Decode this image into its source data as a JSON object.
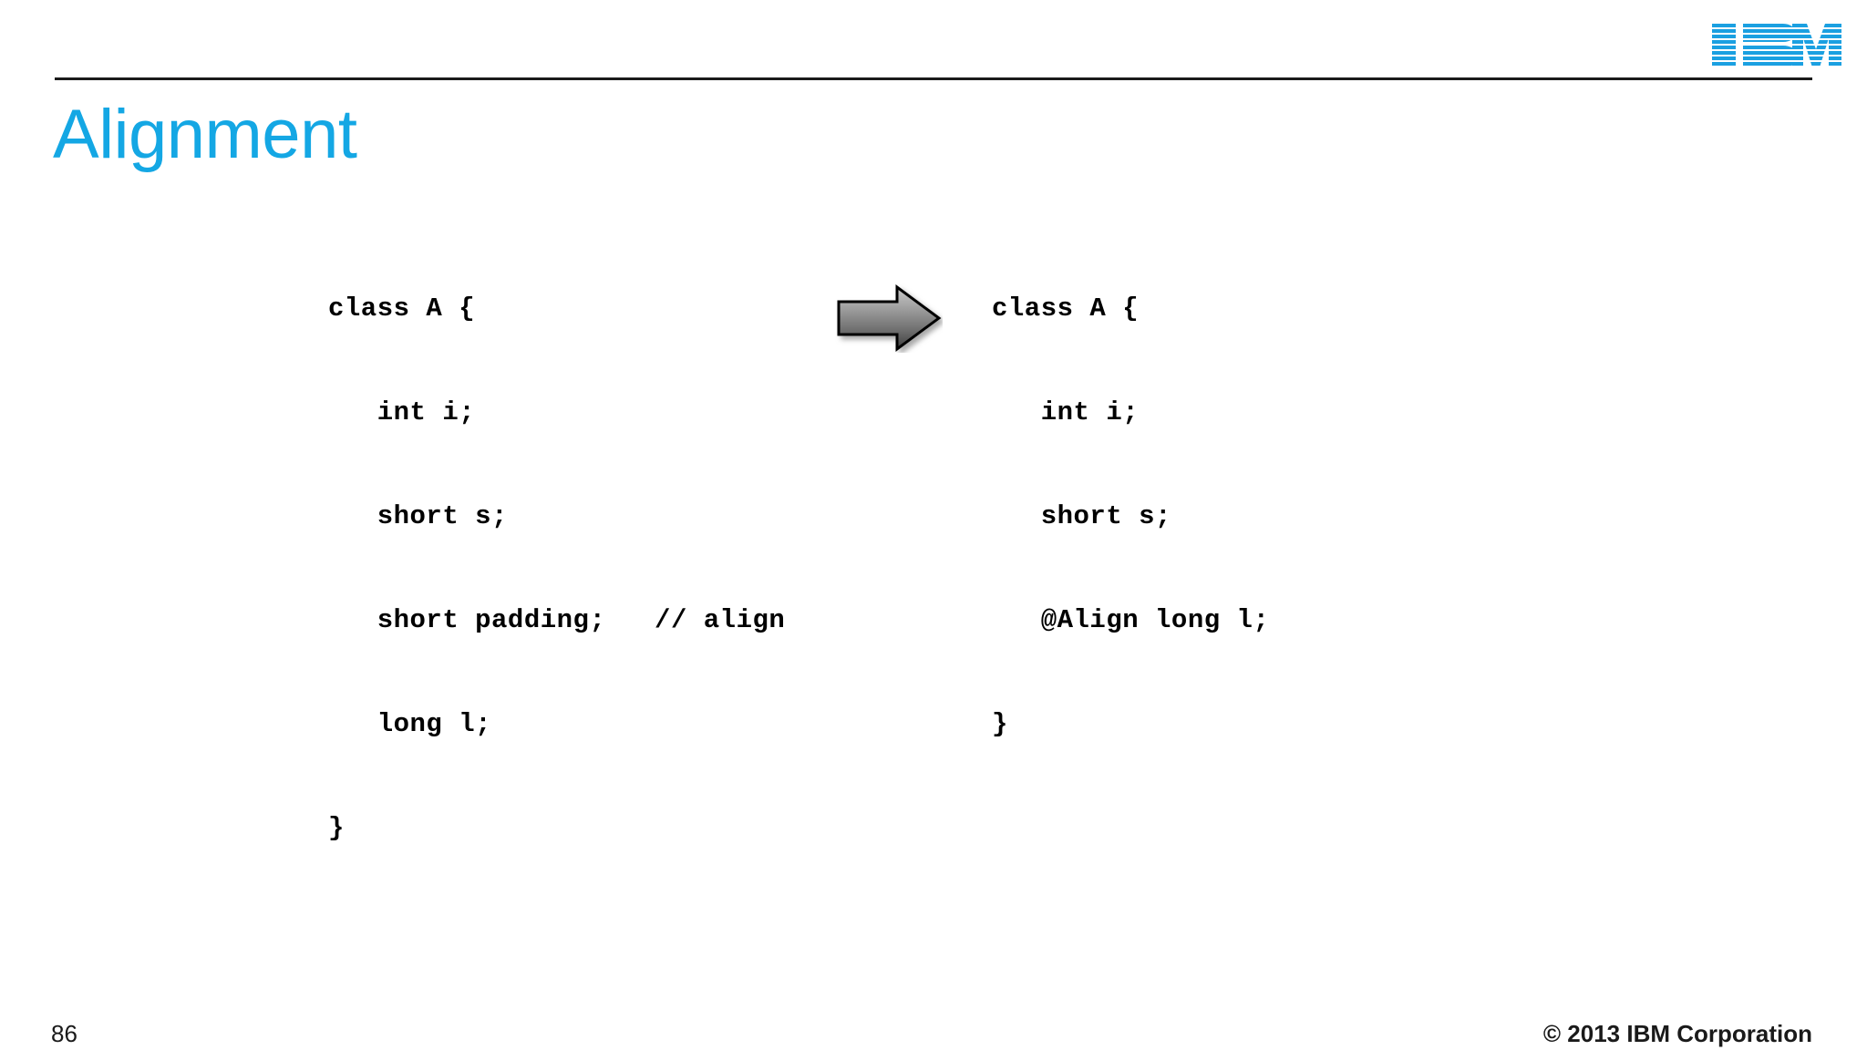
{
  "slide": {
    "title": "Alignment",
    "title_color": "#14A7E4",
    "background_color": "#FFFFFF",
    "rule_color": "#1A1A1A"
  },
  "logo": {
    "name": "IBM",
    "color": "#1BA0E1",
    "alt": "IBM logo"
  },
  "content": {
    "code_before": {
      "lines": [
        "class A {",
        "   int i;",
        "   short s;",
        "   short padding;   // align",
        "   long l;",
        "}"
      ]
    },
    "code_after": {
      "lines": [
        "class A {",
        "   int i;",
        "   short s;",
        "   @Align long l;",
        "}"
      ]
    },
    "arrow": {
      "direction": "right",
      "fill_top": "#BFBFBF",
      "fill_bottom": "#4D4D4D",
      "stroke": "#000000"
    }
  },
  "footer": {
    "page_number": "86",
    "copyright": "© 2013 IBM Corporation"
  }
}
